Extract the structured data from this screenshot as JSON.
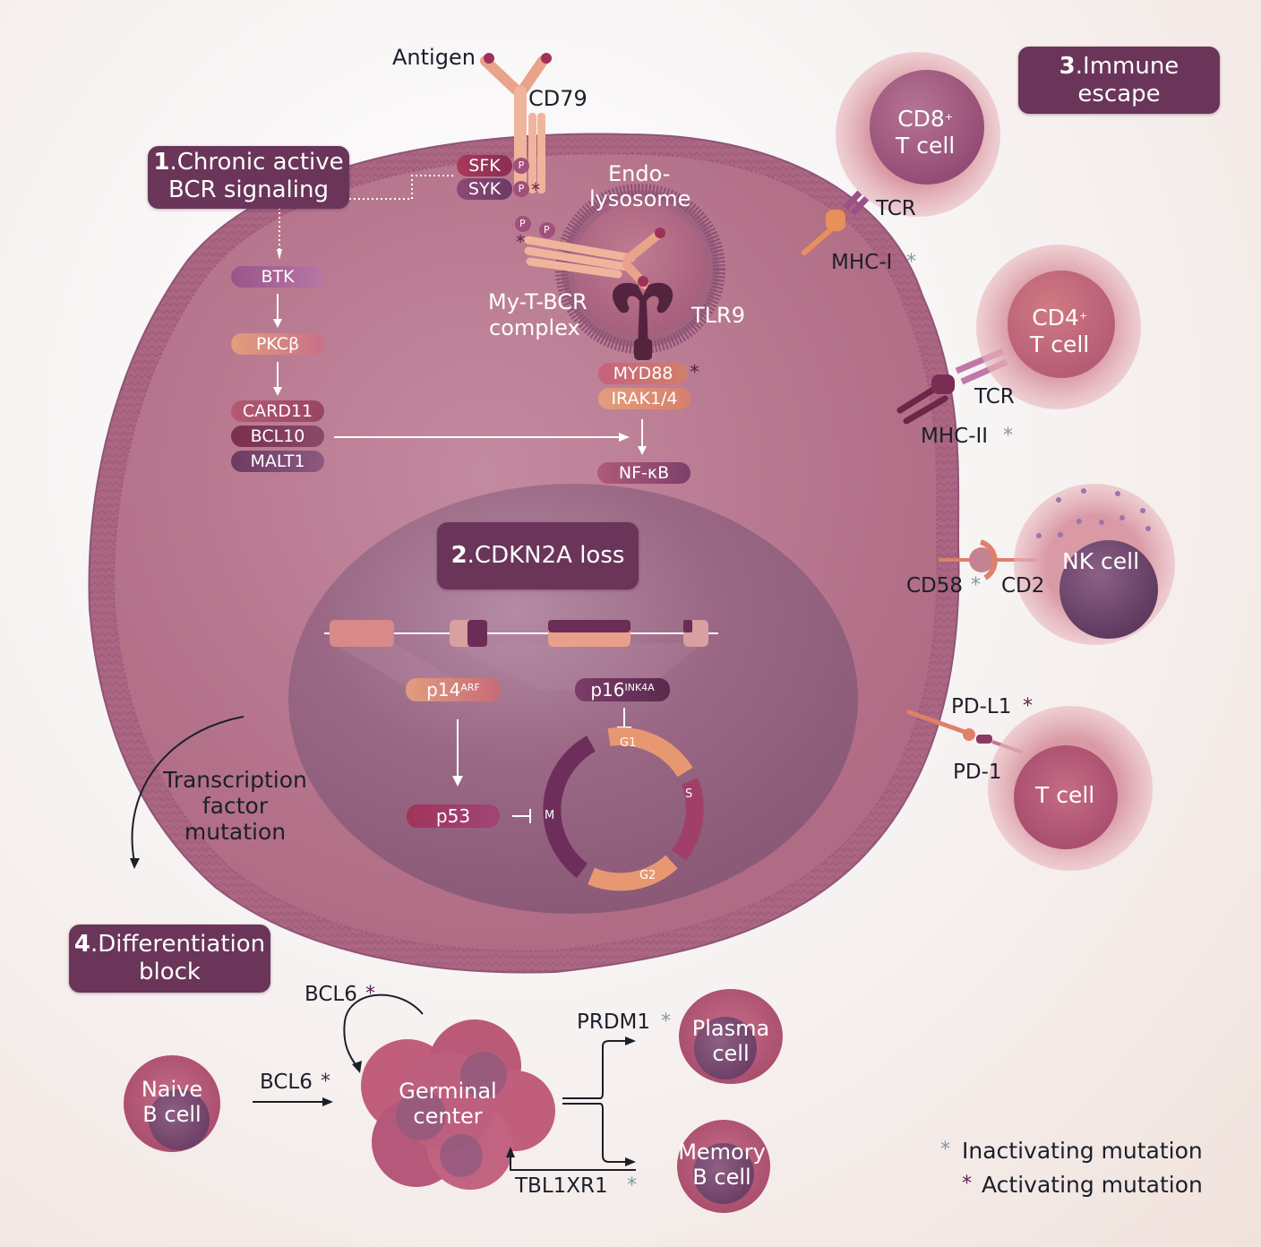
{
  "colors": {
    "cell_body": "#b97289",
    "nucleus": "#98637f",
    "box_bg": "#6a3559",
    "activating_star": "#5a1f4a",
    "inactivating_star": "#7e98a6",
    "text_dark": "#1c1f2a",
    "salmon": "#e2907a"
  },
  "section_boxes": {
    "s1": {
      "num": "1",
      "line1": ".Chronic active",
      "line2": "BCR signaling"
    },
    "s2": {
      "num": "2",
      "line1": ".CDKN2A loss"
    },
    "s3": {
      "num": "3",
      "line1": ".Immune",
      "line2": "escape"
    },
    "s4": {
      "num": "4",
      "line1": ".Differentiation",
      "line2": "block"
    }
  },
  "bcr": {
    "antigen": "Antigen",
    "cd79": "CD79",
    "sfk": "SFK",
    "syk": "SYK",
    "phospho": "P",
    "endolysosome_1": "Endo-",
    "endolysosome_2": "lysosome",
    "mytbcr_1": "My-T-BCR",
    "mytbcr_2": "complex",
    "tlr9": "TLR9",
    "myd88": "MYD88",
    "irak": "IRAK1/4",
    "nfkb": "NF-κB",
    "btk": "BTK",
    "pkcb": "PKCβ",
    "card11": "CARD11",
    "bcl10": "BCL10",
    "malt1": "MALT1"
  },
  "cdkn2a": {
    "p14": "p14",
    "p14_sup": "ARF",
    "p16": "p16",
    "p16_sup": "INK4A",
    "p53": "p53",
    "phases": {
      "g1": "G1",
      "s": "S",
      "g2": "G2",
      "m": "M"
    }
  },
  "immune": {
    "cd8_1": "CD8",
    "cd8_sup": "+",
    "cd8_2": "T cell",
    "tcr1": "TCR",
    "mhc1": "MHC-I",
    "cd4_1": "CD4",
    "cd4_sup": "+",
    "cd4_2": "T cell",
    "tcr2": "TCR",
    "mhc2": "MHC-II",
    "nk": "NK cell",
    "cd58": "CD58",
    "cd2": "CD2",
    "pdl1": "PD-L1",
    "pd1": "PD-1",
    "tcell": "T cell"
  },
  "differentiation": {
    "tf_1": "Transcription",
    "tf_2": "factor",
    "tf_3": "mutation",
    "naive_1": "Naive",
    "naive_2": "B cell",
    "bcl6_loop": "BCL6",
    "bcl6_arrow": "BCL6",
    "gc_1": "Germinal",
    "gc_2": "center",
    "prdm1": "PRDM1",
    "plasma_1": "Plasma",
    "plasma_2": "cell",
    "memory_1": "Memory",
    "memory_2": "B cell",
    "tbl1xr1": "TBL1XR1"
  },
  "legend": {
    "star": "*",
    "inactivating": "Inactivating mutation",
    "activating": "Activating mutation"
  }
}
